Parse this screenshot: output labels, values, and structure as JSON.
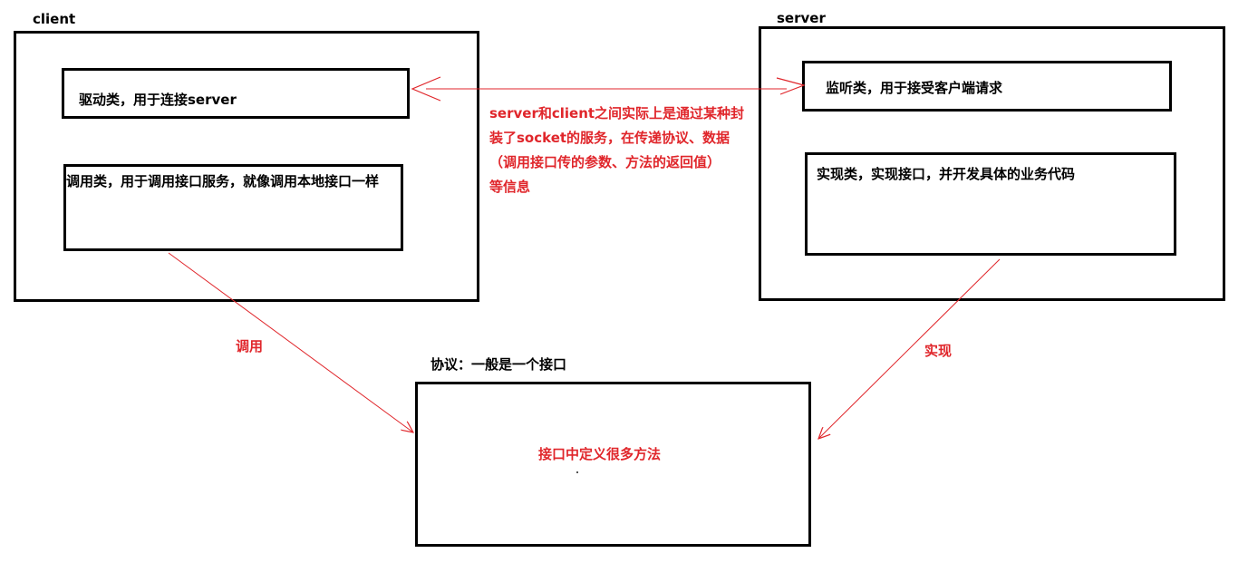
{
  "client": {
    "title": "client",
    "driver": "驱动类，用于连接server",
    "caller": "调用类，用于调用接口服务，就像调用本地接口一样"
  },
  "server": {
    "title": "server",
    "listener": "监听类，用于接受客户端请求",
    "impl": "实现类，实现接口，并开发具体的业务代码"
  },
  "protocol": {
    "title": "协议：一般是一个接口",
    "content": "接口中定义很多方法"
  },
  "note": {
    "lines": [
      "server和client之间实际上是通过某种封",
      "装了socket的服务，在传递协议、数据",
      "（调用接口传的参数、方法的返回值）",
      "等信息"
    ]
  },
  "edges": {
    "call_label": "调用",
    "impl_label": "实现"
  },
  "colors": {
    "line": "#e0262b",
    "box": "#000000"
  }
}
